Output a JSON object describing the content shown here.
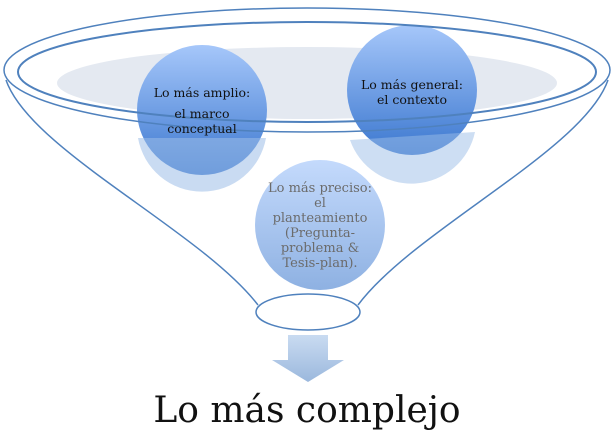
{
  "diagram": {
    "circles": [
      {
        "title": "Lo más amplio:",
        "body": [
          "el marco",
          "conceptual"
        ]
      },
      {
        "title": "Lo más general:",
        "body": [
          "el contexto"
        ]
      },
      {
        "title": "Lo más preciso:",
        "body": [
          "el",
          "planteamiento",
          "(Pregunta-",
          "problema &",
          "Tesis-plan)."
        ]
      }
    ],
    "result": "Lo más complejo",
    "colors": {
      "outline": "#4f81bd",
      "circle_dark": "#3f7ad1",
      "circle_light": "#9cc0f6",
      "rim_fill": "#e4e9f1",
      "arrow": "#b7cde9"
    }
  }
}
